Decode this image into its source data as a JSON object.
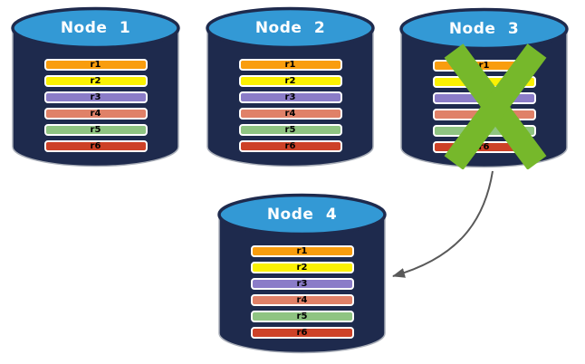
{
  "diagram": {
    "description": "Database replication diagram: four database nodes each holding rows r1-r6; failed node 3 hands off to node 4"
  },
  "colors": {
    "background": "#FFFFFF",
    "cylinder_body": "#1E2A4D",
    "cylinder_top": "#3399D5",
    "cylinder_outline": "#A9AEB8",
    "row_border": "#FFFFFF",
    "row_text": "#000000",
    "title_text": "#FFFFFF",
    "arrow": "#595959",
    "failure_cross": "#76B82B"
  },
  "rows": [
    {
      "label": "r1",
      "color": "#F99D0E"
    },
    {
      "label": "r2",
      "color": "#FBF103"
    },
    {
      "label": "r3",
      "color": "#8B7CC8"
    },
    {
      "label": "r4",
      "color": "#E08168"
    },
    {
      "label": "r5",
      "color": "#8FC482"
    },
    {
      "label": "r6",
      "color": "#CD4127"
    }
  ],
  "nodes": [
    {
      "title": "Node 1",
      "failed": false
    },
    {
      "title": "Node 2",
      "failed": false
    },
    {
      "title": "Node 3",
      "failed": true
    },
    {
      "title": "Node 4",
      "failed": false
    }
  ],
  "annotations": {
    "failure_cross_on": "Node 3",
    "arrow": {
      "from": "Node 3",
      "to": "Node 4"
    }
  }
}
